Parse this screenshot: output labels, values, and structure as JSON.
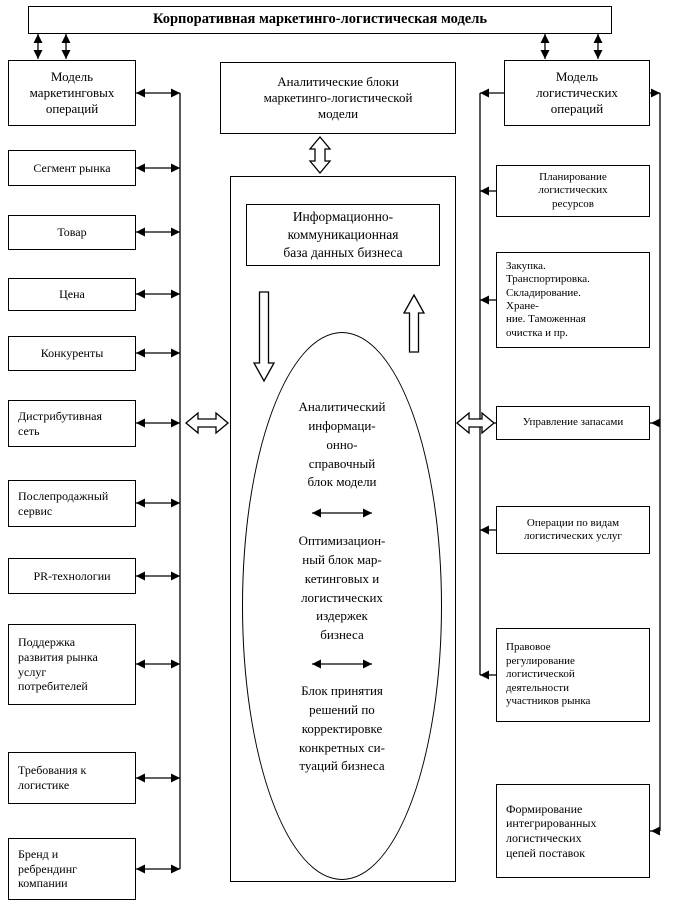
{
  "title": "Корпоративная маркетинго-логистическая модель",
  "left_column": {
    "header": "Модель\nмаркетинговых\nопераций",
    "boxes": [
      {
        "label": "Сегмент рынка"
      },
      {
        "label": "Товар"
      },
      {
        "label": "Цена"
      },
      {
        "label": "Конкуренты"
      },
      {
        "label": "Дистрибутивная\nсеть"
      },
      {
        "label": "Послепродажный\nсервис"
      },
      {
        "label": "PR-технологии"
      },
      {
        "label": "Поддержка\nразвития рынка\nуслуг\nпотребителей"
      },
      {
        "label": "Требования к\nлогистике"
      },
      {
        "label": "Бренд и\nребрендинг\nкомпании"
      }
    ]
  },
  "center_column": {
    "analytics_header": "Аналитические блоки\nмаркетинго-логистической\nмодели",
    "database_box": "Информационно-\nкоммуникационная\nбаза данных бизнеса",
    "ellipse_blocks": [
      {
        "label": "Аналитический\nинформаци-\nонно-\nсправочный\nблок модели"
      },
      {
        "label": "Оптимизацион-\nный блок мар-\nкетинговых и\nлогистических\nиздержек\nбизнеса"
      },
      {
        "label": "Блок принятия\nрешений по\nкорректировке\nконкретных си-\nтуаций бизнеса"
      }
    ]
  },
  "right_column": {
    "header": "Модель\nлогистических\nопераций",
    "boxes": [
      {
        "label": "Планирование\nлогистических\nресурсов"
      },
      {
        "label": "Закупка.\nТранспортировка.\nСкладирование.\nХране-\nние. Таможенная\nочистка и пр."
      },
      {
        "label": "Управление запасами"
      },
      {
        "label": "Операции по видам\nлогистических услуг"
      },
      {
        "label": "Правовое\nрегулирование\nлогистической\nдеятельности\nучастников рынка"
      },
      {
        "label": "Формирование\nинтегрированных\nлогистических\nцепей поставок"
      }
    ]
  },
  "colors": {
    "line": "#000000",
    "box_fill": "#ffffff",
    "background": "#ffffff"
  }
}
